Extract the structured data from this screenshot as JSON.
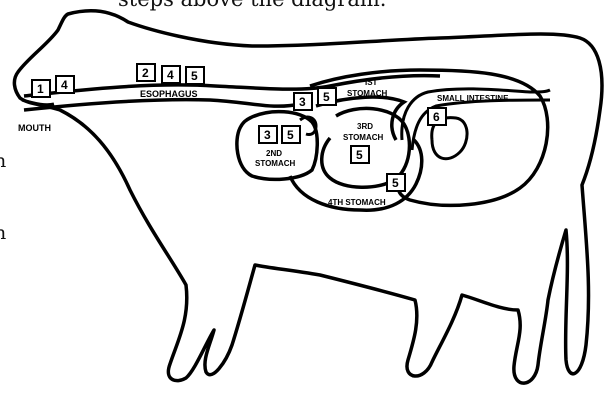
{
  "header_text_cut": "steps above the diagram.",
  "left_edge_fragments": [
    "n",
    "n"
  ],
  "organ_labels": {
    "mouth": "MOUTH",
    "esophagus": "ESOPHAGUS",
    "first_stomach": [
      "IST",
      "STOMACH"
    ],
    "second_stomach": [
      "2ND",
      "STOMACH"
    ],
    "third_stomach": [
      "3RD",
      "STOMACH"
    ],
    "fourth_stomach": "4TH STOMACH",
    "small_intestine": "SMALL INTESTINE"
  },
  "step_boxes": {
    "mouth": [
      "1",
      "4"
    ],
    "esophagus": [
      "2",
      "4",
      "5"
    ],
    "first_stomach": [
      "3",
      "5"
    ],
    "second_stomach": [
      "3",
      "5"
    ],
    "third_stomach": [
      "5"
    ],
    "fourth_stomach": [
      "5"
    ],
    "small_intestine": [
      "6"
    ]
  },
  "colors": {
    "stroke": "#000000",
    "background": "#ffffff"
  }
}
